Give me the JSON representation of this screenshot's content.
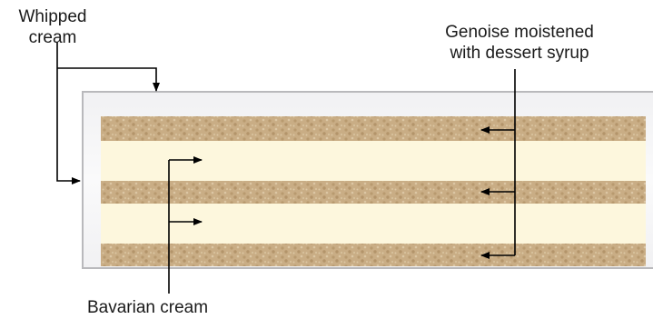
{
  "labels": {
    "whipped_cream_line1": "Whipped",
    "whipped_cream_line2": "cream",
    "genoise_line1": "Genoise moistened",
    "genoise_line2": "with dessert syrup",
    "bavarian_cream": "Bavarian cream"
  },
  "colors": {
    "genoise": "#c9ad85",
    "bavarian": "#fdf7dd",
    "whipped_frame": "#f4f4f6",
    "frame_border": "#b9b9bc",
    "line": "#000000"
  },
  "layers": [
    {
      "name": "genoise-layer-top",
      "material": "genoise"
    },
    {
      "name": "bavarian-layer-upper",
      "material": "bavarian"
    },
    {
      "name": "genoise-layer-middle",
      "material": "genoise"
    },
    {
      "name": "bavarian-layer-lower",
      "material": "bavarian"
    },
    {
      "name": "genoise-layer-bottom",
      "material": "genoise"
    }
  ]
}
